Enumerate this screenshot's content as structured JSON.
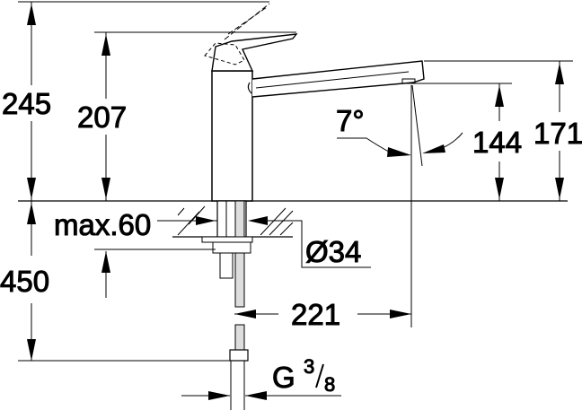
{
  "drawing": {
    "subject": "Kitchen faucet dimension drawing",
    "dimensions": {
      "total_height": "245",
      "lever_height": "207",
      "spout_top_height": "171",
      "spout_outlet_height": "144",
      "spout_angle": "7°",
      "max_deck_thickness": "max.60",
      "hole_diameter": "Ø34",
      "spout_reach": "221",
      "hose_length": "450",
      "connection_thread_prefix": "G",
      "connection_thread_num": "3",
      "connection_thread_den": "8"
    }
  }
}
